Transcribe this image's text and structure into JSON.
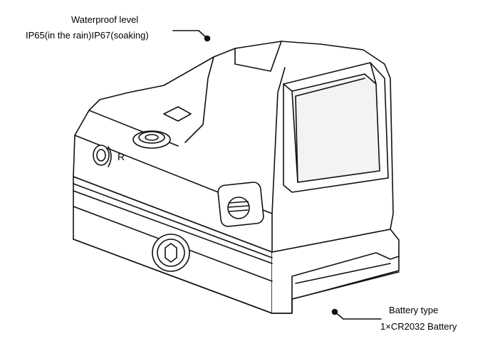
{
  "callouts": {
    "waterproof": {
      "title": "Waterproof level",
      "detail": "IP65(in the rain)IP67(soaking)"
    },
    "battery": {
      "title": "Battery type",
      "detail": "1×CR2032 Battery"
    }
  },
  "device_marking": "R",
  "colors": {
    "line": "#111111",
    "fill": "#ffffff",
    "shade": "#e8e8e8"
  }
}
